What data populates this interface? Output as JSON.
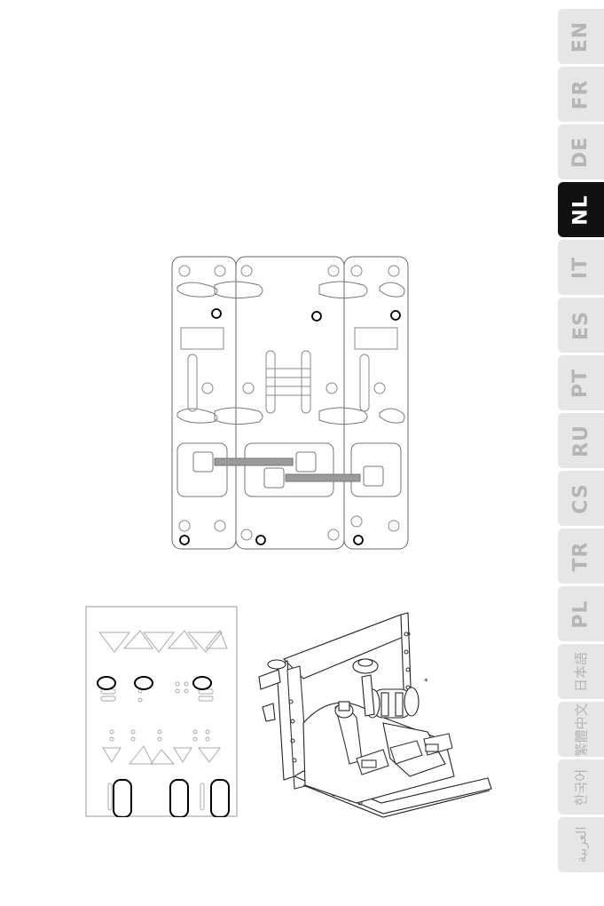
{
  "language_tabs": [
    {
      "code": "EN",
      "active": false
    },
    {
      "code": "FR",
      "active": false
    },
    {
      "code": "DE",
      "active": false
    },
    {
      "code": "NL",
      "active": true
    },
    {
      "code": "IT",
      "active": false
    },
    {
      "code": "ES",
      "active": false
    },
    {
      "code": "PT",
      "active": false
    },
    {
      "code": "RU",
      "active": false
    },
    {
      "code": "CS",
      "active": false
    },
    {
      "code": "TR",
      "active": false
    },
    {
      "code": "PL",
      "active": false
    },
    {
      "code": "日本語",
      "active": false
    },
    {
      "code": "繁體中文",
      "active": false
    },
    {
      "code": "한국어",
      "active": false
    },
    {
      "code": "العربية",
      "active": false
    }
  ],
  "figures": {
    "throttle_annotation": "*"
  },
  "colors": {
    "line": "#555555",
    "highlight": "#000000",
    "tab_bg": "#e6e6e6",
    "tab_active_bg": "#111111",
    "tab_text": "#b5b5b5",
    "tab_active_text": "#ffffff"
  }
}
